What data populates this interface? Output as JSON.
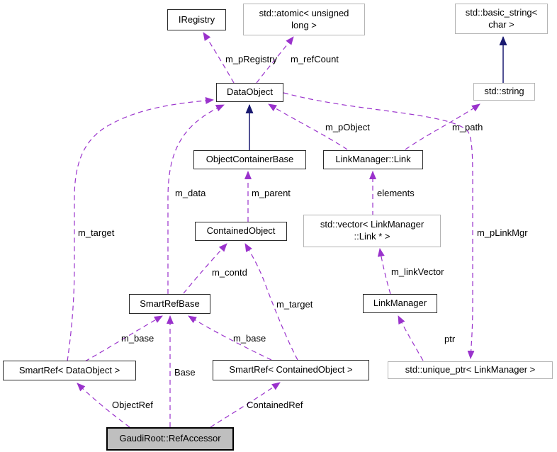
{
  "nodes": {
    "iregistry": {
      "label": "IRegistry"
    },
    "std_atomic": {
      "label": "std::atomic< unsigned\nlong >"
    },
    "std_basic_string": {
      "label": "std::basic_string<\nchar >"
    },
    "std_string": {
      "label": "std::string"
    },
    "dataobject": {
      "label": "DataObject"
    },
    "objectcontainerbase": {
      "label": "ObjectContainerBase"
    },
    "linkmanager_link": {
      "label": "LinkManager::Link"
    },
    "containedobject": {
      "label": "ContainedObject"
    },
    "std_vector_link": {
      "label": "std::vector< LinkManager\n::Link * >"
    },
    "smartrefbase": {
      "label": "SmartRefBase"
    },
    "linkmanager": {
      "label": "LinkManager"
    },
    "smartref_dataobject": {
      "label": "SmartRef< DataObject >"
    },
    "smartref_containedobject": {
      "label": "SmartRef< ContainedObject >"
    },
    "std_unique_ptr": {
      "label": "std::unique_ptr< LinkManager >"
    },
    "refaccessor": {
      "label": "GaudiRoot::RefAccessor"
    }
  },
  "edges": {
    "m_pregistry": {
      "label": "m_pRegistry"
    },
    "m_refcount": {
      "label": "m_refCount"
    },
    "m_pobject": {
      "label": "m_pObject"
    },
    "m_path": {
      "label": "m_path"
    },
    "m_data": {
      "label": "m_data"
    },
    "m_parent": {
      "label": "m_parent"
    },
    "elements": {
      "label": "elements"
    },
    "m_target_do": {
      "label": "m_target"
    },
    "m_contd": {
      "label": "m_contd"
    },
    "m_linkvector": {
      "label": "m_linkVector"
    },
    "m_plinkmgr": {
      "label": "m_pLinkMgr"
    },
    "m_target_co": {
      "label": "m_target"
    },
    "m_base_left": {
      "label": "m_base"
    },
    "m_base_right": {
      "label": "m_base"
    },
    "base": {
      "label": "Base"
    },
    "ptr": {
      "label": "ptr"
    },
    "objectref": {
      "label": "ObjectRef"
    },
    "containedref": {
      "label": "ContainedRef"
    }
  },
  "colors": {
    "usage_edge": "#9a32cc",
    "inheritance_edge": "#191970",
    "current_node_fill": "#bfbfbf",
    "external_node_border": "#b4b4b4",
    "class_node_border": "#2b2b2b"
  }
}
